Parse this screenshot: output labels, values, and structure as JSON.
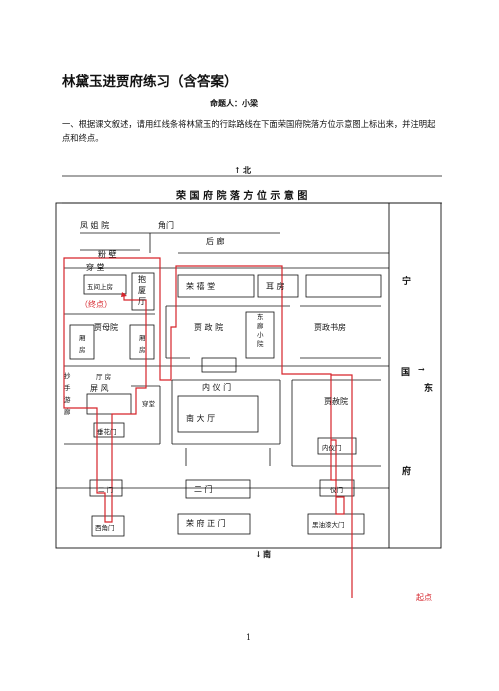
{
  "doc": {
    "title": "林黛玉进贾府练习（含答案）",
    "author": "命题人：小梁",
    "question_1": "一、根据课文叙述，请用红线条将林黛玉的行踪路线在下面荣国府院落方位示意图上标出来，并注明起点和终点。",
    "page_number": "1"
  },
  "map": {
    "title": "荣 国 府 院 落 方 位 示 意 图",
    "north": "北",
    "south": "南",
    "east": "东",
    "arrow_up": "↑",
    "arrow_down": "↓",
    "arrow_right": "→",
    "labels": {
      "fengjie_yuan": "凤    姐    院",
      "jiaomen": "角门",
      "houlang": "后          廊",
      "fenbi": "粉  壁",
      "chuantang_top": "穿    堂",
      "wujian_shangfang": "五间上房",
      "baoxia_ting": "抱\n厦\n厅",
      "rongxi_tang": "荣    禧    堂",
      "erfang": "耳  房",
      "ning": "宁",
      "guo": "国",
      "fu": "府",
      "zhongdian": "（终点）",
      "jiamu_yuan": "贾母院",
      "xiangfang_left": "厢\n房",
      "xiangfang_right": "厢\n房",
      "jiazheng_yuan": "贾  政  院",
      "dongxiaoyuan": "东\n廊\n小\n院",
      "jiazheng_shufang": "贾政书房",
      "chaoshou": "抄\n手\n游\n廊",
      "tingfang": "厅  房",
      "pingfeng": "屏    风",
      "chuantang_mid": "穿堂",
      "chuihuamen": "垂花门",
      "yiyimen": "内  仪  门",
      "nan_dating": "南      大    厅",
      "jiashe_yuan": "贾赦院",
      "neiyimen": "内仪门",
      "ermen_left": "二  门",
      "ermen_center": "二          门",
      "yimen": "仪门",
      "xichuimen": "西角门",
      "rongfu_zhengmen": "荣  府  正  门",
      "heiyou_damen": "黑油漆大门",
      "qidian": "起点"
    }
  }
}
